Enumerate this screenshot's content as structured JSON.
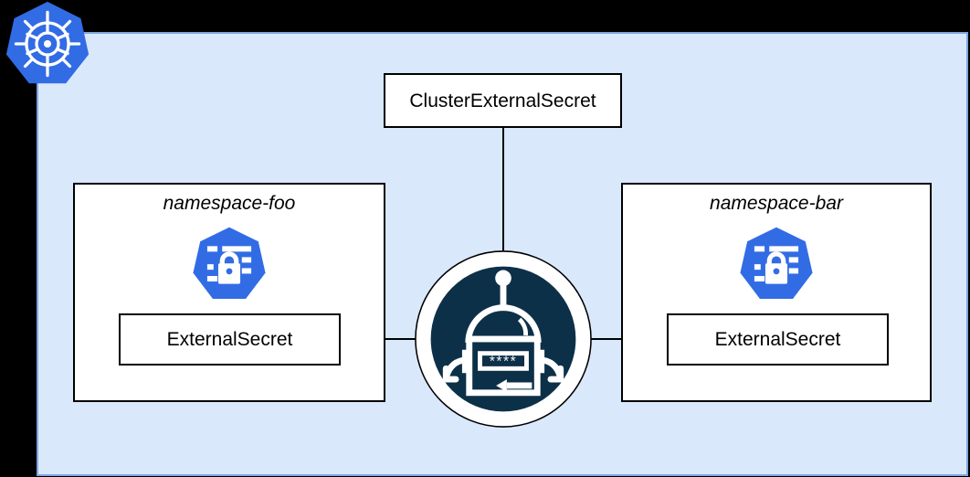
{
  "diagram": {
    "title_hidden": "",
    "cluster": {
      "name": "kubernetes-cluster-panel",
      "background_color": "#dae8fc",
      "border_color": "#7ea6e0"
    },
    "logo": {
      "kubernetes": "kubernetes-logo",
      "kubernetes_color": "#326ce5",
      "eso": "external-secrets-operator-robot-logo",
      "eso_color": "#0d3049",
      "eso_password_mask": "****"
    },
    "nodes": {
      "cluster_external_secret": "ClusterExternalSecret",
      "namespace_foo": {
        "title": "namespace-foo",
        "secret_icon": "kubernetes-secret-icon",
        "external_secret": "ExternalSecret"
      },
      "namespace_bar": {
        "title": "namespace-bar",
        "secret_icon": "kubernetes-secret-icon",
        "external_secret": "ExternalSecret"
      }
    },
    "edges": [
      {
        "name": "ces-to-operator",
        "from": "ClusterExternalSecret",
        "to": "external-secrets-operator",
        "arrow": "none"
      },
      {
        "name": "operator-to-foo-externalsecret",
        "from": "external-secrets-operator",
        "to": "namespace-foo / ExternalSecret",
        "arrow": "left"
      },
      {
        "name": "operator-to-bar-externalsecret",
        "from": "external-secrets-operator",
        "to": "namespace-bar / ExternalSecret",
        "arrow": "right"
      }
    ]
  }
}
